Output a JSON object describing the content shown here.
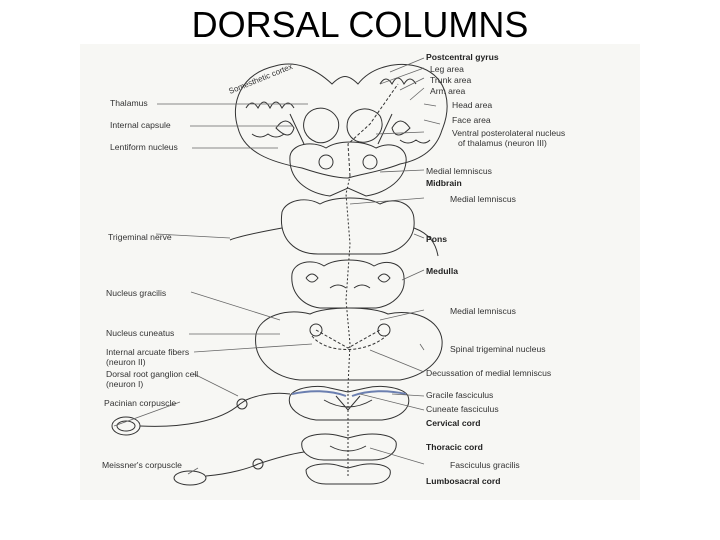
{
  "title": "DORSAL COLUMNS",
  "figure": {
    "cortex_label": "Somesthetic cortex",
    "right_labels": {
      "postcentral_gyrus": "Postcentral gyrus",
      "leg_area": "Leg area",
      "trunk_area": "Trunk area",
      "arm_area": "Arm area",
      "head_area": "Head area",
      "face_area": "Face area",
      "vpl_line1": "Ventral posterolateral nucleus",
      "vpl_line2": "of thalamus (neuron III)",
      "medial_lemniscus_1": "Medial lemniscus",
      "midbrain": "Midbrain",
      "medial_lemniscus_2": "Medial lemniscus",
      "pons": "Pons",
      "medulla": "Medulla",
      "medial_lemniscus_3": "Medial lemniscus",
      "spinal_trigeminal": "Spinal trigeminal nucleus",
      "decussation": "Decussation of medial lemniscus",
      "gracile_fasciculus": "Gracile fasciculus",
      "cuneate_fasciculus": "Cuneate fasciculus",
      "cervical_cord": "Cervical cord",
      "thoracic_cord": "Thoracic cord",
      "fasciculus_gracilis": "Fasciculus gracilis",
      "lumbosacral_cord": "Lumbosacral cord"
    },
    "left_labels": {
      "thalamus": "Thalamus",
      "internal_capsule": "Internal capsule",
      "lentiform_nucleus": "Lentiform nucleus",
      "trigeminal_nerve": "Trigeminal nerve",
      "nucleus_gracilis": "Nucleus gracilis",
      "nucleus_cuneatus": "Nucleus cuneatus",
      "internal_arcuate_line1": "Internal arcuate fibers",
      "internal_arcuate_line2": "(neuron II)",
      "drg_line1": "Dorsal root ganglion cell",
      "drg_line2": "(neuron I)",
      "pacinian": "Pacinian corpuscle",
      "meissner": "Meissner's corpuscle"
    }
  }
}
